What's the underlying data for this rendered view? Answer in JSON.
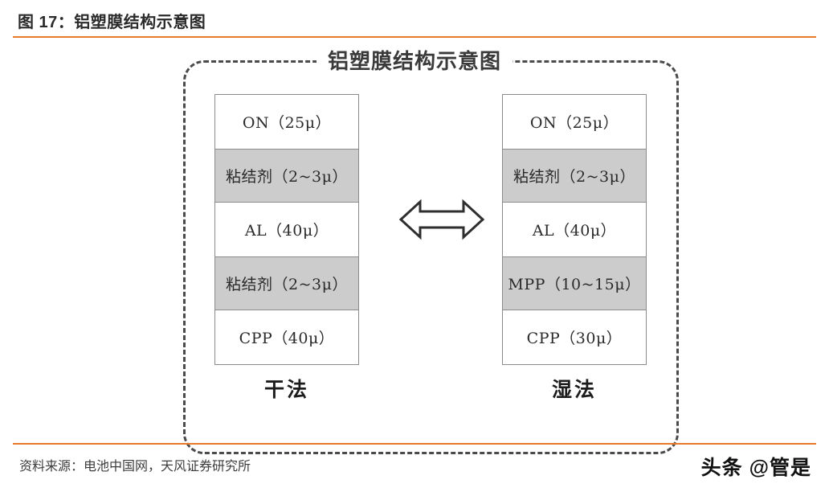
{
  "header": {
    "figure_title": "图 17：铝塑膜结构示意图",
    "accent_color": "#e8792a"
  },
  "diagram": {
    "title": "铝塑膜结构示意图",
    "arrow_icon": "double-arrow-horizontal",
    "gray_fill": "#cccccc",
    "border_color": "#8c8c8c",
    "stacks": [
      {
        "method_label": "干法",
        "layers": [
          {
            "text": "ON（25μ）",
            "fill": "white"
          },
          {
            "text": "粘结剂（2~3μ）",
            "fill": "gray"
          },
          {
            "text": "AL（40μ）",
            "fill": "white"
          },
          {
            "text": "粘结剂（2~3μ）",
            "fill": "gray"
          },
          {
            "text": "CPP（40μ）",
            "fill": "white"
          }
        ]
      },
      {
        "method_label": "湿法",
        "layers": [
          {
            "text": "ON（25μ）",
            "fill": "white"
          },
          {
            "text": "粘结剂（2~3μ）",
            "fill": "gray"
          },
          {
            "text": "AL（40μ）",
            "fill": "white"
          },
          {
            "text": "MPP（10~15μ）",
            "fill": "gray"
          },
          {
            "text": "CPP（30μ）",
            "fill": "white"
          }
        ]
      }
    ]
  },
  "footer": {
    "source": "资料来源：电池中国网，天风证券研究所",
    "watermark": "头条 @管是"
  }
}
